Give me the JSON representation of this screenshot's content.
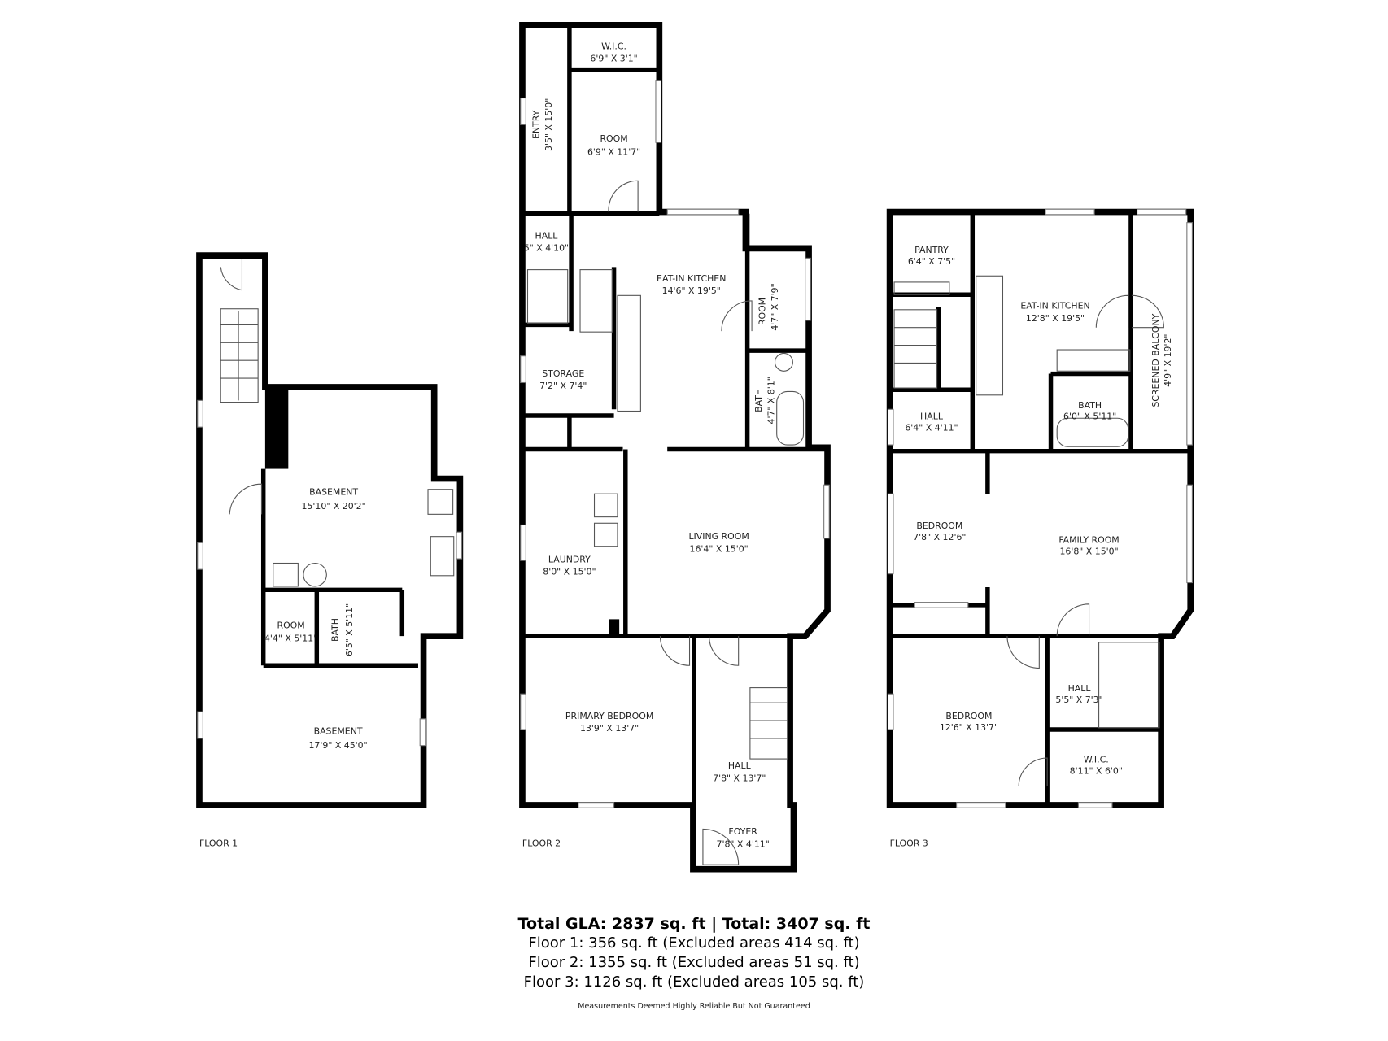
{
  "floors": [
    {
      "label": "FLOOR 1",
      "rooms": [
        {
          "name": "BASEMENT",
          "dims": "15'10\" X 20'2\""
        },
        {
          "name": "ROOM",
          "dims": "4'4\" X 5'11\""
        },
        {
          "name": "BATH",
          "dims": "6'5\" X 5'11\""
        },
        {
          "name": "BASEMENT",
          "dims": "17'9\" X 45'0\""
        }
      ]
    },
    {
      "label": "FLOOR 2",
      "rooms": [
        {
          "name": "W.I.C.",
          "dims": "6'9\" X 3'1\""
        },
        {
          "name": "ENTRY",
          "dims": "3'5\" X 15'0\""
        },
        {
          "name": "ROOM",
          "dims": "6'9\" X 11'7\""
        },
        {
          "name": "HALL",
          "dims": "5\" X 4'10\""
        },
        {
          "name": "EAT-IN KITCHEN",
          "dims": "14'6\" X 19'5\""
        },
        {
          "name": "ROOM",
          "dims": "4'7\" X 7'9\""
        },
        {
          "name": "STORAGE",
          "dims": "7'2\" X 7'4\""
        },
        {
          "name": "BATH",
          "dims": "4'7\" X 8'1\""
        },
        {
          "name": "LAUNDRY",
          "dims": "8'0\" X 15'0\""
        },
        {
          "name": "LIVING ROOM",
          "dims": "16'4\" X 15'0\""
        },
        {
          "name": "PRIMARY BEDROOM",
          "dims": "13'9\" X 13'7\""
        },
        {
          "name": "HALL",
          "dims": "7'8\" X 13'7\""
        },
        {
          "name": "FOYER",
          "dims": "7'8\" X 4'11\""
        }
      ]
    },
    {
      "label": "FLOOR 3",
      "rooms": [
        {
          "name": "PANTRY",
          "dims": "6'4\" X 7'5\""
        },
        {
          "name": "EAT-IN KITCHEN",
          "dims": "12'8\" X 19'5\""
        },
        {
          "name": "SCREENED BALCONY",
          "dims": "4'9\" X 19'2\""
        },
        {
          "name": "HALL",
          "dims": "6'4\" X 4'11\""
        },
        {
          "name": "BATH",
          "dims": "6'0\" X 5'11\""
        },
        {
          "name": "BEDROOM",
          "dims": "7'8\" X 12'6\""
        },
        {
          "name": "FAMILY ROOM",
          "dims": "16'8\" X 15'0\""
        },
        {
          "name": "HALL",
          "dims": "5'5\" X 7'3\""
        },
        {
          "name": "BEDROOM",
          "dims": "12'6\" X 13'7\""
        },
        {
          "name": "W.I.C.",
          "dims": "8'11\" X 6'0\""
        }
      ]
    }
  ],
  "summary": {
    "total": "Total GLA: 2837 sq. ft | Total: 3407 sq. ft",
    "lines": [
      "Floor 1: 356 sq. ft (Excluded areas 414 sq. ft)",
      "Floor 2: 1355 sq. ft (Excluded areas 51 sq. ft)",
      "Floor 3: 1126 sq. ft (Excluded areas 105 sq. ft)"
    ],
    "disclaimer": "Measurements Deemed Highly Reliable But Not Guaranteed"
  }
}
